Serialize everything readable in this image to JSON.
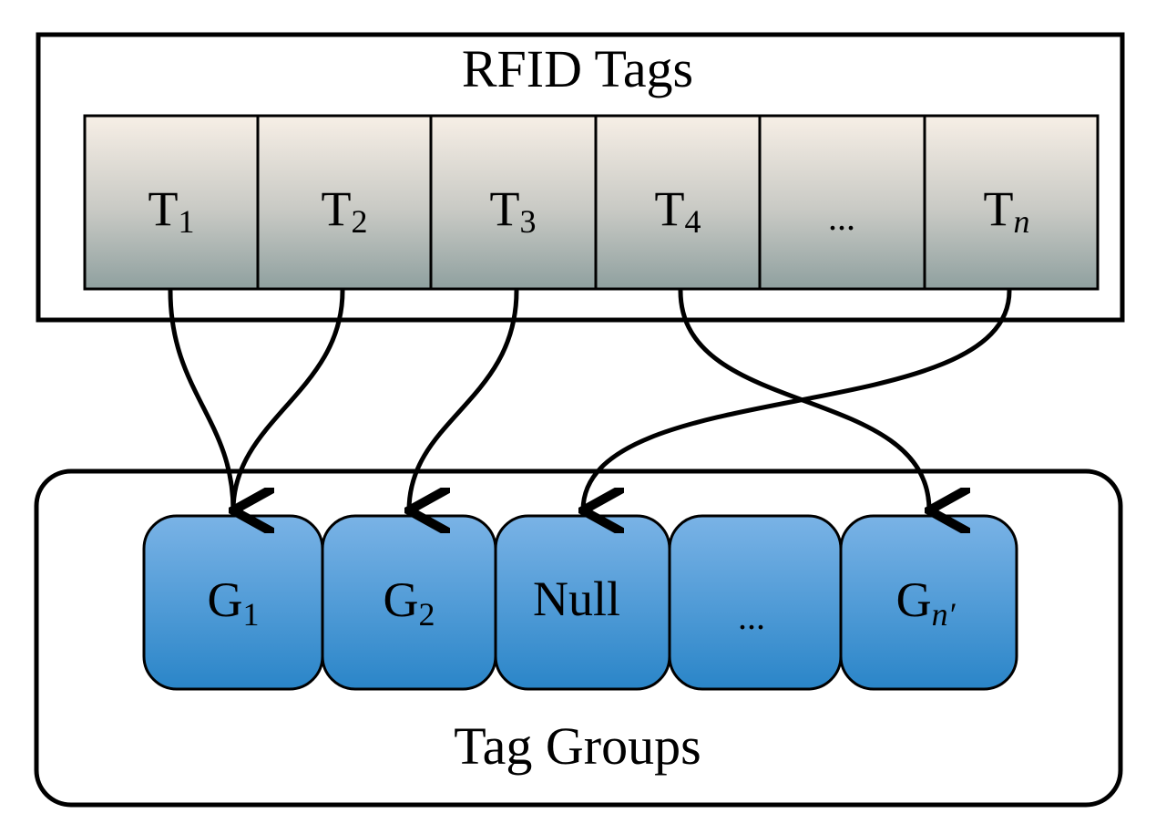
{
  "tags_box": {
    "title": "RFID Tags"
  },
  "tags": [
    {
      "base": "T",
      "sub": "1",
      "italic": false
    },
    {
      "base": "T",
      "sub": "2",
      "italic": false
    },
    {
      "base": "T",
      "sub": "3",
      "italic": false
    },
    {
      "base": "T",
      "sub": "4",
      "italic": false
    },
    {
      "base": "",
      "sub": "",
      "dots": "..."
    },
    {
      "base": "T",
      "sub": "n",
      "italic": true
    }
  ],
  "groups_box": {
    "title": "Tag Groups"
  },
  "groups": [
    {
      "base": "G",
      "sub": "1",
      "italic": false
    },
    {
      "base": "G",
      "sub": "2",
      "italic": false
    },
    {
      "base": "Null",
      "sub": "",
      "italic": false
    },
    {
      "base": "",
      "sub": "",
      "dots": "..."
    },
    {
      "base": "G",
      "sub": "n′",
      "italic": true
    }
  ],
  "colors": {
    "tag_fill_top": "#f7efe6",
    "tag_fill_bottom": "#8fa09f",
    "group_fill_top": "#7ab3e6",
    "group_fill_bottom": "#2a85c8",
    "stroke": "#000000"
  },
  "mappings": [
    {
      "from_tag": "T1",
      "to_group": "G1"
    },
    {
      "from_tag": "T2",
      "to_group": "G1"
    },
    {
      "from_tag": "T3",
      "to_group": "G2"
    },
    {
      "from_tag": "T4",
      "to_group": "Gn′"
    },
    {
      "from_tag": "Tn",
      "to_group": "Null"
    }
  ]
}
